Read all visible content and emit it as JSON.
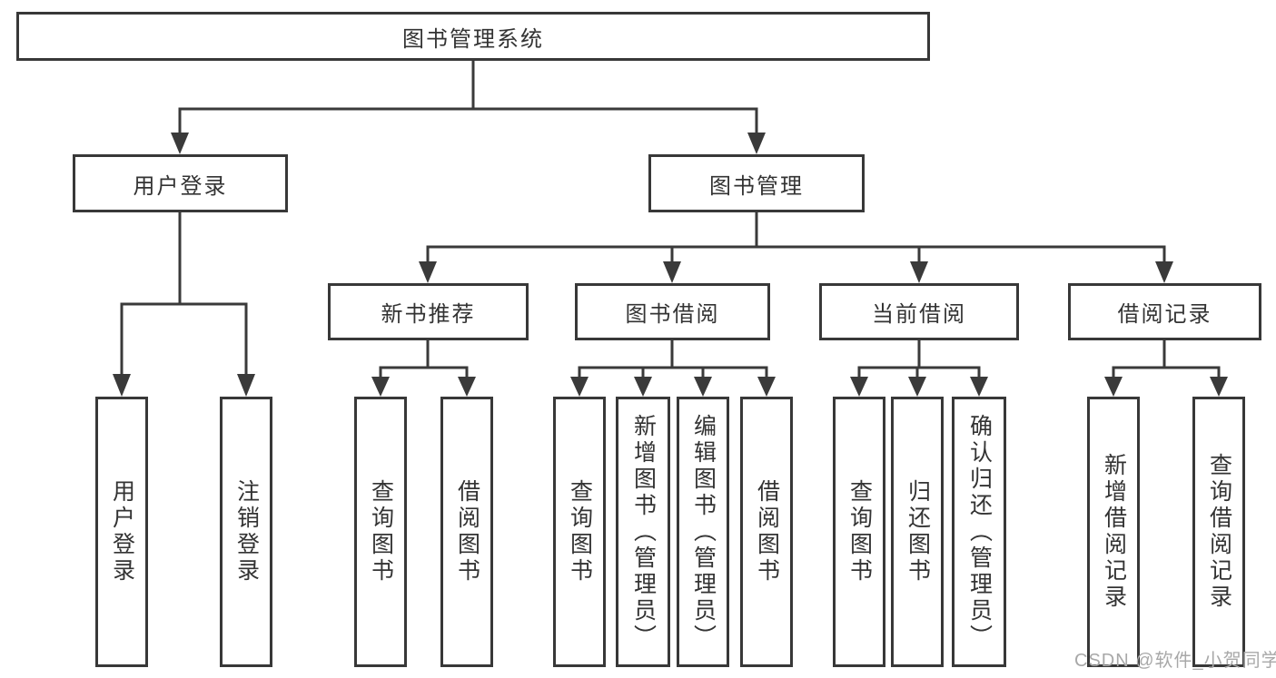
{
  "title": {
    "label": "图书管理系统"
  },
  "level1": {
    "user_login": "用户登录",
    "book_mgmt": "图书管理"
  },
  "level2": {
    "new_books": "新书推荐",
    "book_borrow": "图书借阅",
    "current_borrow": "当前借阅",
    "borrow_records": "借阅记录"
  },
  "leaves": {
    "user": [
      "用户登录",
      "注销登录"
    ],
    "new_books": [
      "查询图书",
      "借阅图书"
    ],
    "book_borrow": [
      "查询图书",
      "新增图书（管理员）",
      "编辑图书（管理员）",
      "借阅图书"
    ],
    "current_borrow": [
      "查询图书",
      "归还图书",
      "确认归还（管理员）"
    ],
    "borrow_records": [
      "新增借阅记录",
      "查询借阅记录"
    ]
  },
  "watermark": "CSDN @软件_小贺同学",
  "colors": {
    "line": "#3a3a3a",
    "text": "#333333",
    "watermark": "#a8a8a8",
    "background": "#ffffff"
  }
}
